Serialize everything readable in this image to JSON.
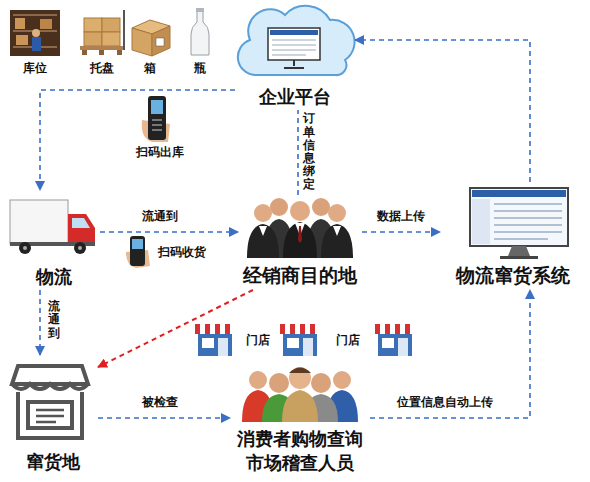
{
  "diagram": {
    "nodes": [
      {
        "text": [
          "企业平台"
        ]
      },
      {
        "text": [
          "物流"
        ]
      },
      {
        "text": [
          "经销商目的地"
        ]
      },
      {
        "text": [
          "物流窜货系统"
        ]
      },
      {
        "text": [
          "窜货地"
        ]
      },
      {
        "text": [
          "消费者购物查询 市场稽查人员"
        ]
      }
    ],
    "edges": [
      {
        "from": 0,
        "to": 1,
        "arrow": "to"
      },
      {
        "from": 1,
        "to": 2,
        "label": "流通到",
        "arrow": "to"
      },
      {
        "from": 2,
        "to": 0,
        "label": "订单信息绑定",
        "arrow": "none"
      },
      {
        "from": 2,
        "to": 3,
        "label": "数据上传",
        "arrow": "to"
      },
      {
        "from": 3,
        "to": 0,
        "arrow": "to"
      },
      {
        "from": 1,
        "to": 4,
        "label": "流通到",
        "arrow": "to"
      },
      {
        "from": 2,
        "to": 4,
        "arrow": "to"
      },
      {
        "from": 4,
        "to": 5,
        "label": "被检查",
        "arrow": "to"
      },
      {
        "from": 5,
        "to": 3,
        "label": "位置信息自动上传",
        "arrow": "to"
      }
    ],
    "labels": [
      "库位",
      "托盘",
      "箱",
      "瓶",
      "扫码出库",
      "扫码收货",
      "门店",
      "门店"
    ]
  }
}
